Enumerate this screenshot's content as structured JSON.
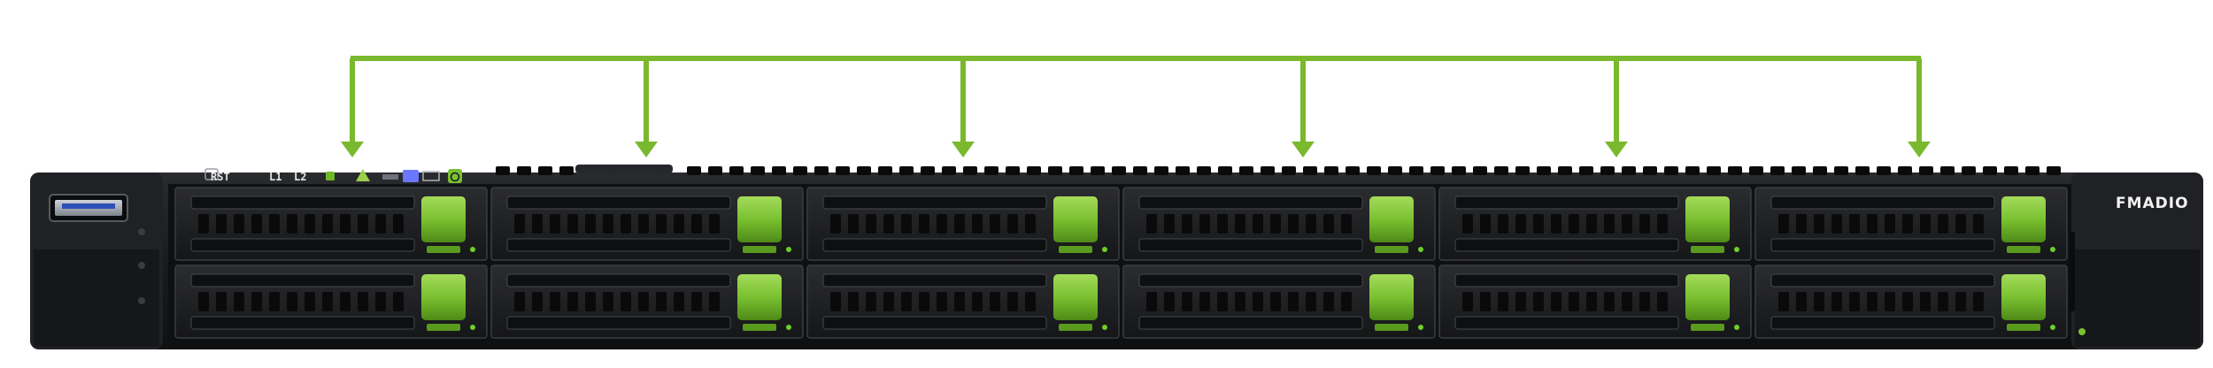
{
  "panel": {
    "brand": "FMADIO",
    "reset_label": "RST",
    "lan1_label": "L1",
    "lan2_label": "L2"
  },
  "drive_bays": {
    "columns": 6,
    "rows": 2,
    "latch_color": "#7ac131"
  },
  "callout": {
    "color": "#7ab82e",
    "arrow_count": 6
  },
  "chassis_color": "#1b1c1e",
  "icons": [
    "usb-port-icon",
    "reset-button-icon",
    "warning-led-icon",
    "hdd-led-icon",
    "power-button-icon"
  ]
}
